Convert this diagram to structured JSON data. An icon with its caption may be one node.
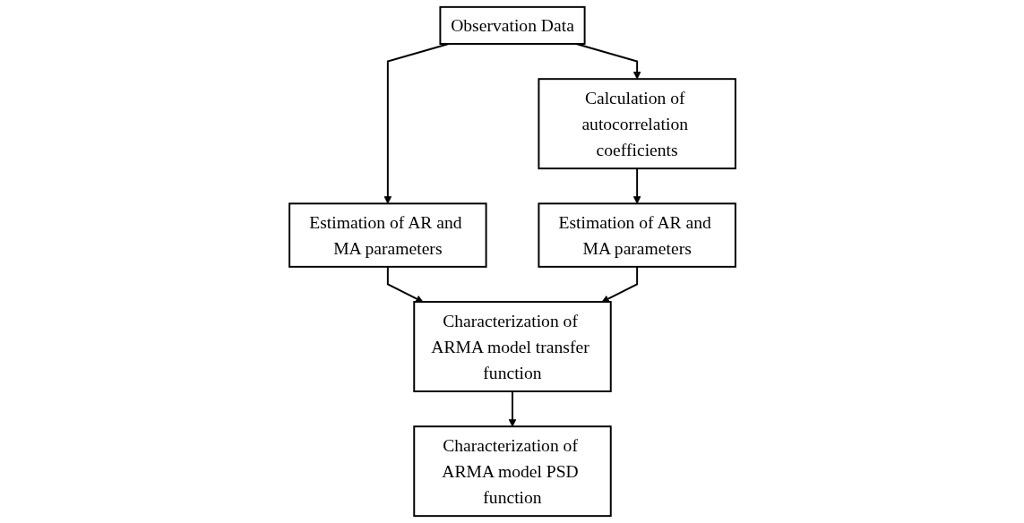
{
  "diagram": {
    "nodes": [
      {
        "text": [
          "Observation Data"
        ]
      },
      {
        "text": [
          "Estimation of AR and MA parameters"
        ]
      },
      {
        "text": [
          "Calculation of autocorrelation coefficients"
        ]
      },
      {
        "text": [
          "Estimation of AR and MA parameters"
        ]
      },
      {
        "text": [
          "Characterization of ARMA model transfer function"
        ]
      },
      {
        "text": [
          "Characterization of ARMA model PSD function"
        ]
      }
    ],
    "edges": [
      {
        "from": 0,
        "to": 1,
        "arrow": "to"
      },
      {
        "from": 0,
        "to": 2,
        "arrow": "to"
      },
      {
        "from": 2,
        "to": 3,
        "arrow": "to"
      },
      {
        "from": 1,
        "to": 4,
        "arrow": "to"
      },
      {
        "from": 3,
        "to": 4,
        "arrow": "to"
      },
      {
        "from": 4,
        "to": 5,
        "arrow": "to"
      }
    ]
  }
}
